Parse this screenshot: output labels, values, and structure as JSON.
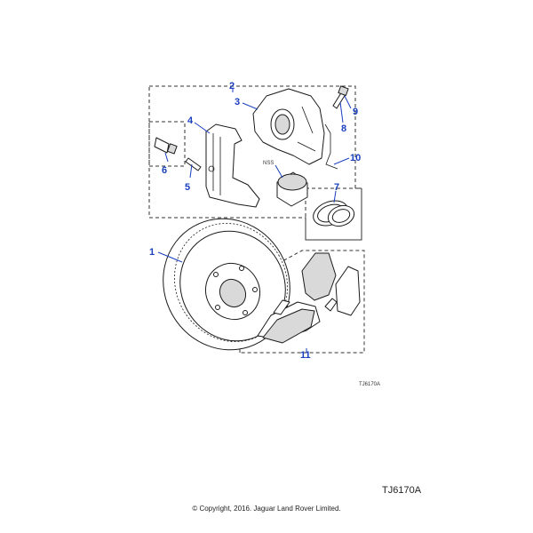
{
  "callouts": {
    "c1": "1",
    "c2": "2",
    "c3": "3",
    "c4": "4",
    "c5": "5",
    "c6": "6",
    "c7": "7",
    "c8": "8",
    "c9": "9",
    "c10": "10",
    "c11": "11"
  },
  "nss_label": "NSS",
  "small_ref_code": "TJ6170A",
  "ref_code": "TJ6170A",
  "copyright": "© Copyright, 2016. Jaguar Land Rover Limited.",
  "colors": {
    "callout": "#1a3fbf",
    "line": "#1a1a1a",
    "shade": "#d9d9d9"
  }
}
